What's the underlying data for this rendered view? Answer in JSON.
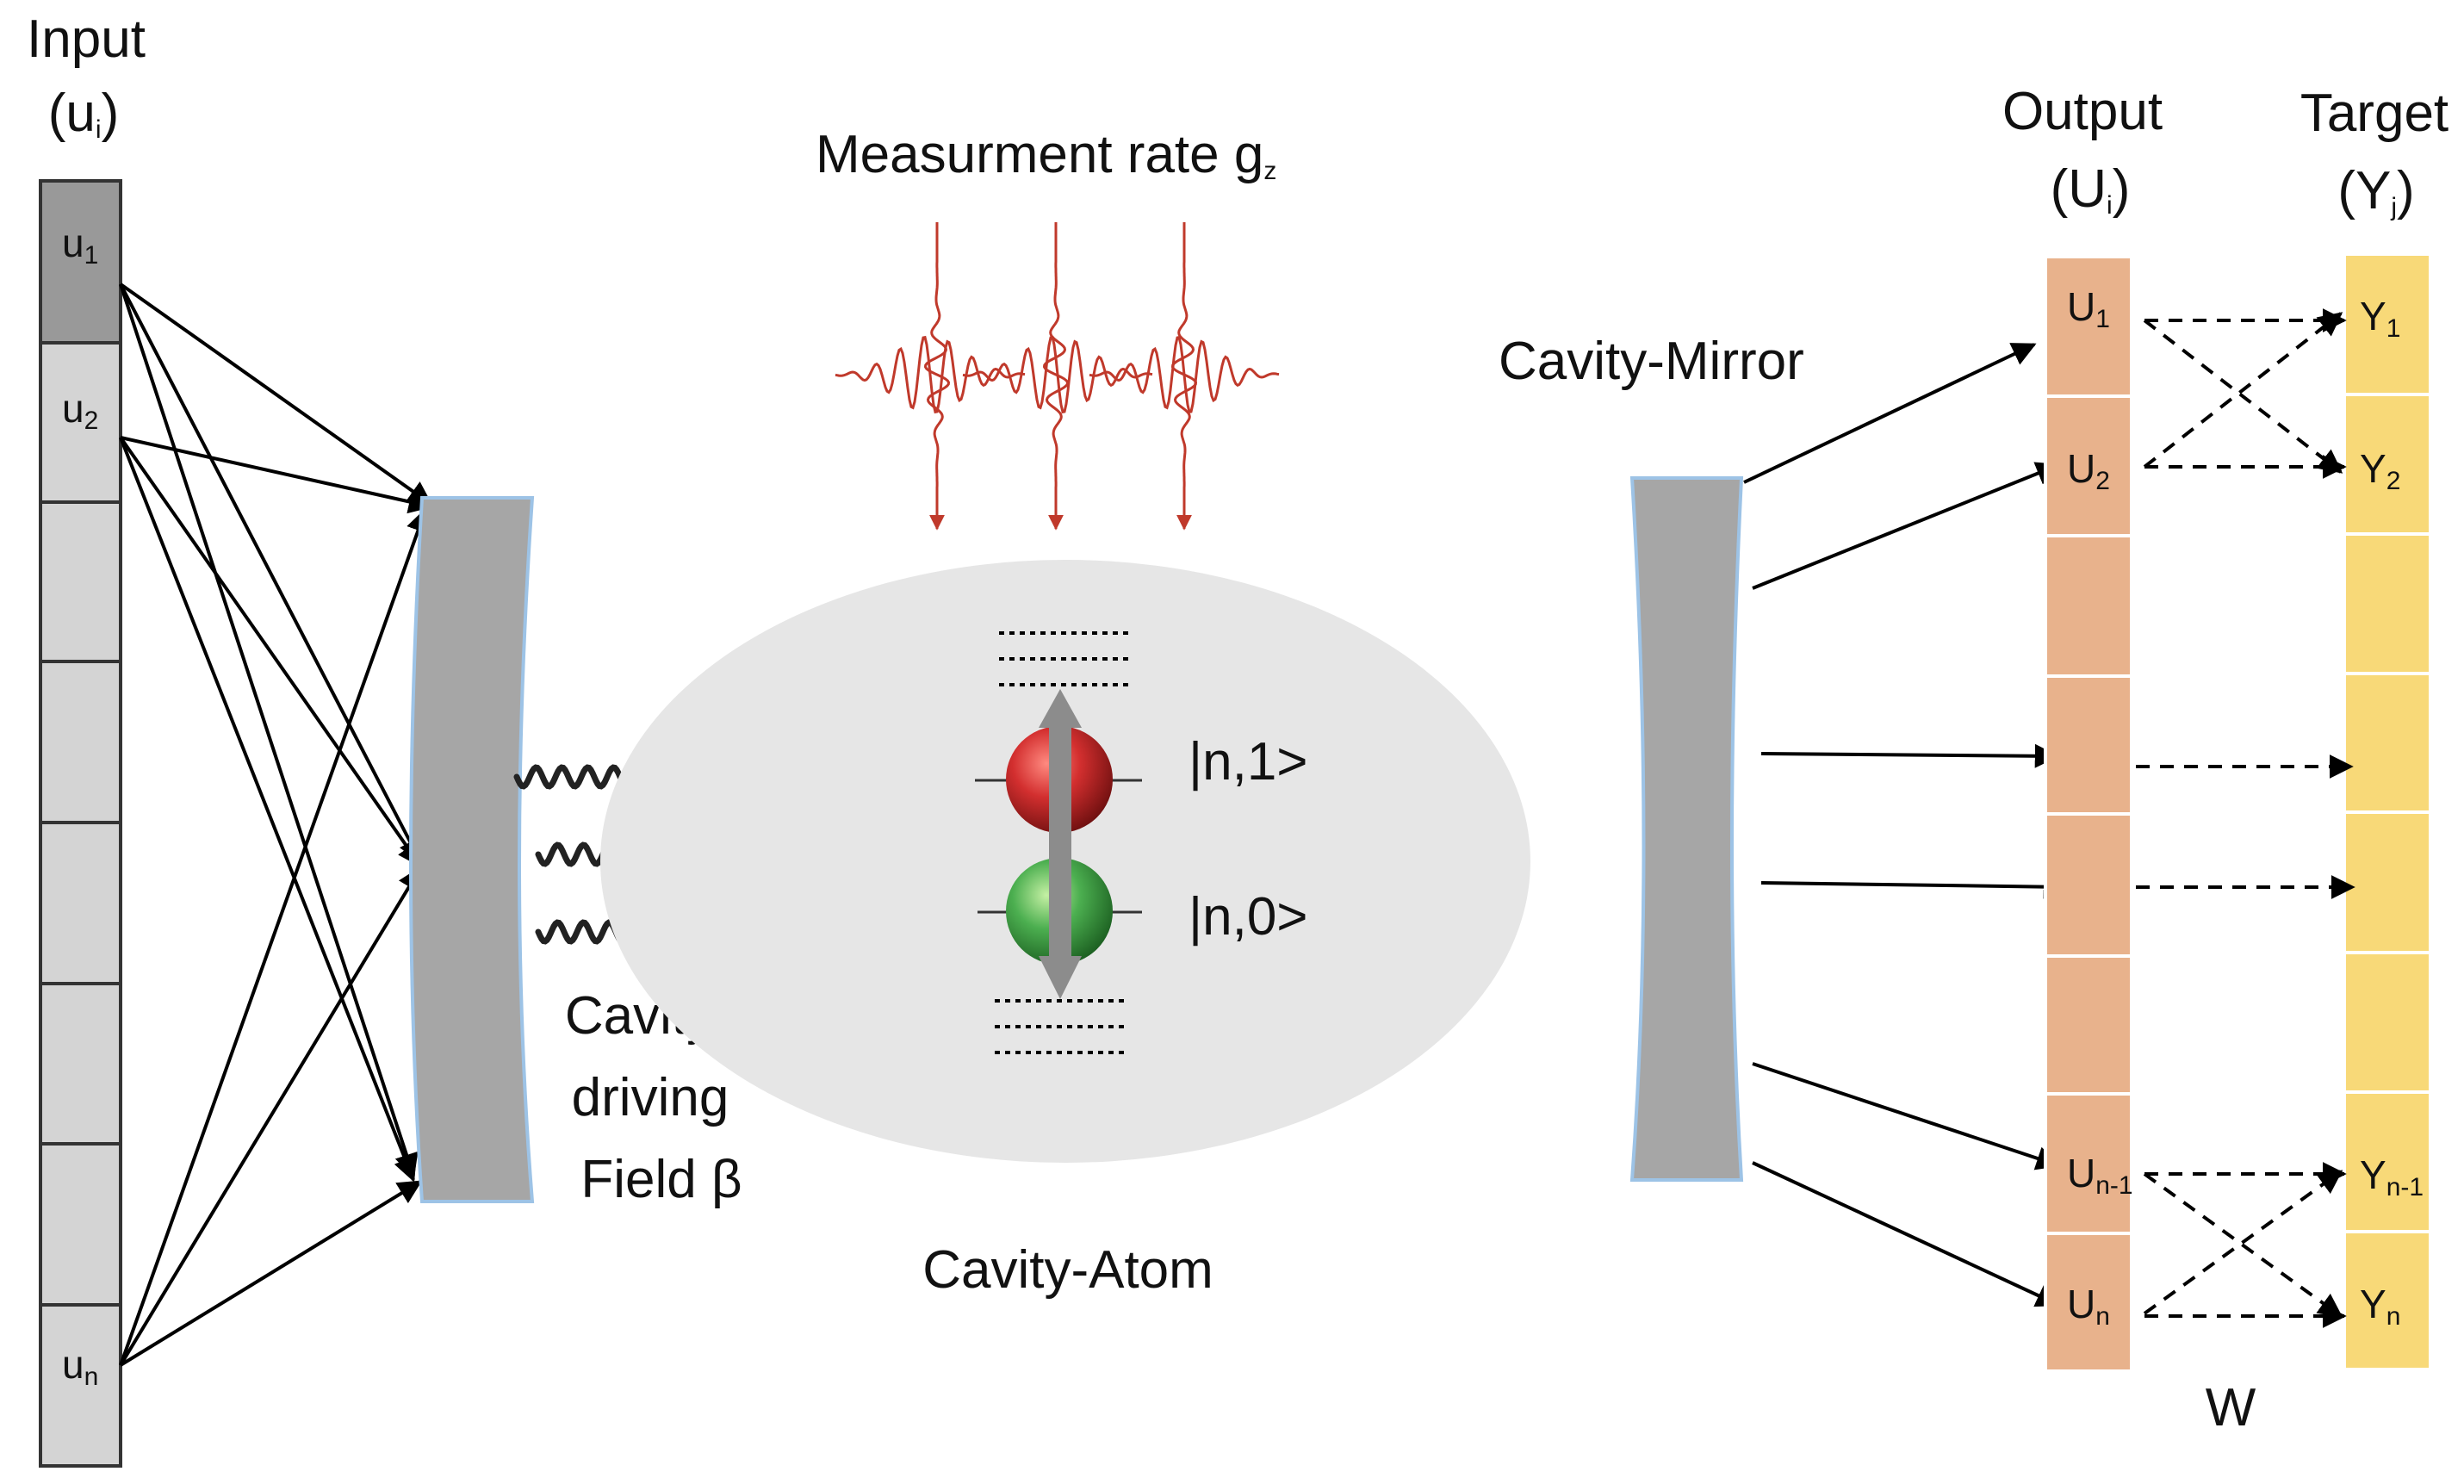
{
  "input": {
    "title": "Input",
    "symbol_open": "(u",
    "symbol_sub": "i",
    "symbol_close": ")",
    "cells": [
      {
        "main": "u",
        "sub": "1",
        "shade": "dark"
      },
      {
        "main": "u",
        "sub": "2",
        "shade": "light"
      },
      {
        "main": "",
        "sub": "",
        "shade": "light"
      },
      {
        "main": "",
        "sub": "",
        "shade": "light"
      },
      {
        "main": "",
        "sub": "",
        "shade": "light"
      },
      {
        "main": "",
        "sub": "",
        "shade": "light"
      },
      {
        "main": "",
        "sub": "",
        "shade": "light"
      },
      {
        "main": "u",
        "sub": "n",
        "shade": "light"
      }
    ]
  },
  "measurement": {
    "label": "Measurment rate g",
    "sub": "z"
  },
  "left_mirror": {
    "line1": "Cavity",
    "line2": "driving",
    "line3": "Field β"
  },
  "atom": {
    "label": "Cavity-Atom",
    "state_excited": "|n,1>",
    "state_ground": "|n,0>"
  },
  "right_mirror": {
    "label": "Cavity-Mirror"
  },
  "output": {
    "title": "Output",
    "symbol_open": "(U",
    "symbol_sub": "i",
    "symbol_close": ")",
    "cells": [
      {
        "main": "U",
        "sub": "1"
      },
      {
        "main": "U",
        "sub": "2"
      },
      {
        "main": "",
        "sub": ""
      },
      {
        "main": "",
        "sub": ""
      },
      {
        "main": "",
        "sub": ""
      },
      {
        "main": "",
        "sub": ""
      },
      {
        "main": "U",
        "sub": "n-1"
      },
      {
        "main": "U",
        "sub": "n"
      }
    ]
  },
  "target": {
    "title": "Target",
    "symbol_open": "(Y",
    "symbol_sub": "j",
    "symbol_close": ")",
    "cells": [
      {
        "main": "Y",
        "sub": "1"
      },
      {
        "main": "Y",
        "sub": "2"
      },
      {
        "main": "",
        "sub": ""
      },
      {
        "main": "",
        "sub": ""
      },
      {
        "main": "",
        "sub": ""
      },
      {
        "main": "",
        "sub": ""
      },
      {
        "main": "Y",
        "sub": "n-1"
      },
      {
        "main": "Y",
        "sub": "n"
      }
    ]
  },
  "weights": {
    "label": "W"
  },
  "colors": {
    "input_dark": "#999999",
    "input_light": "#d4d4d4",
    "mirror": "#a6a6a6",
    "mirror_edge": "#9dc3e6",
    "ellipse": "#e6e6e6",
    "output": "#e8b28c",
    "target": "#f8d978",
    "laser": "#c0392b",
    "excited": "#c0392b",
    "ground": "#3f9c35"
  }
}
